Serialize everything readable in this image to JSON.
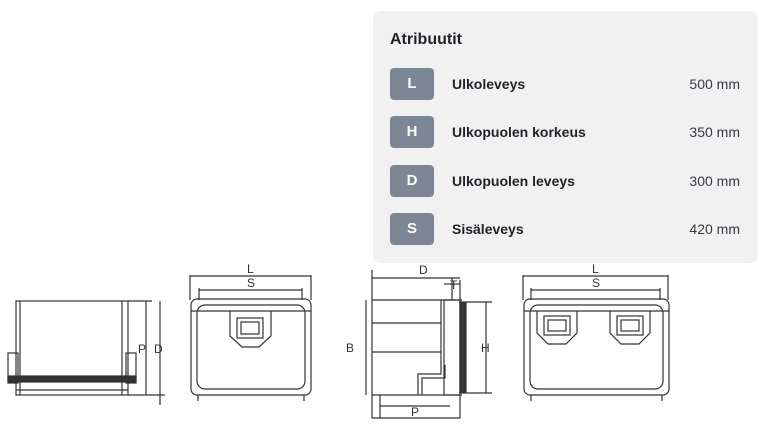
{
  "attributes": {
    "title": "Atribuutit",
    "items": [
      {
        "badge": "L",
        "label": "Ulkoleveys",
        "value": "500 mm"
      },
      {
        "badge": "H",
        "label": "Ulkopuolen korkeus",
        "value": "350 mm"
      },
      {
        "badge": "D",
        "label": "Ulkopuolen leveys",
        "value": "300 mm"
      },
      {
        "badge": "S",
        "label": "Sisäleveys",
        "value": "420 mm"
      }
    ]
  },
  "drawings": {
    "side_view": {
      "labels": [
        "P",
        "D"
      ]
    },
    "front_single_lock": {
      "labels": [
        "L",
        "S"
      ]
    },
    "cross_section": {
      "labels": [
        "D",
        "T",
        "B",
        "H",
        "P"
      ]
    },
    "front_double_lock": {
      "labels": [
        "L",
        "S"
      ]
    }
  },
  "colors": {
    "card_bg": "#f1f1f2",
    "badge_bg": "#7c8694"
  }
}
